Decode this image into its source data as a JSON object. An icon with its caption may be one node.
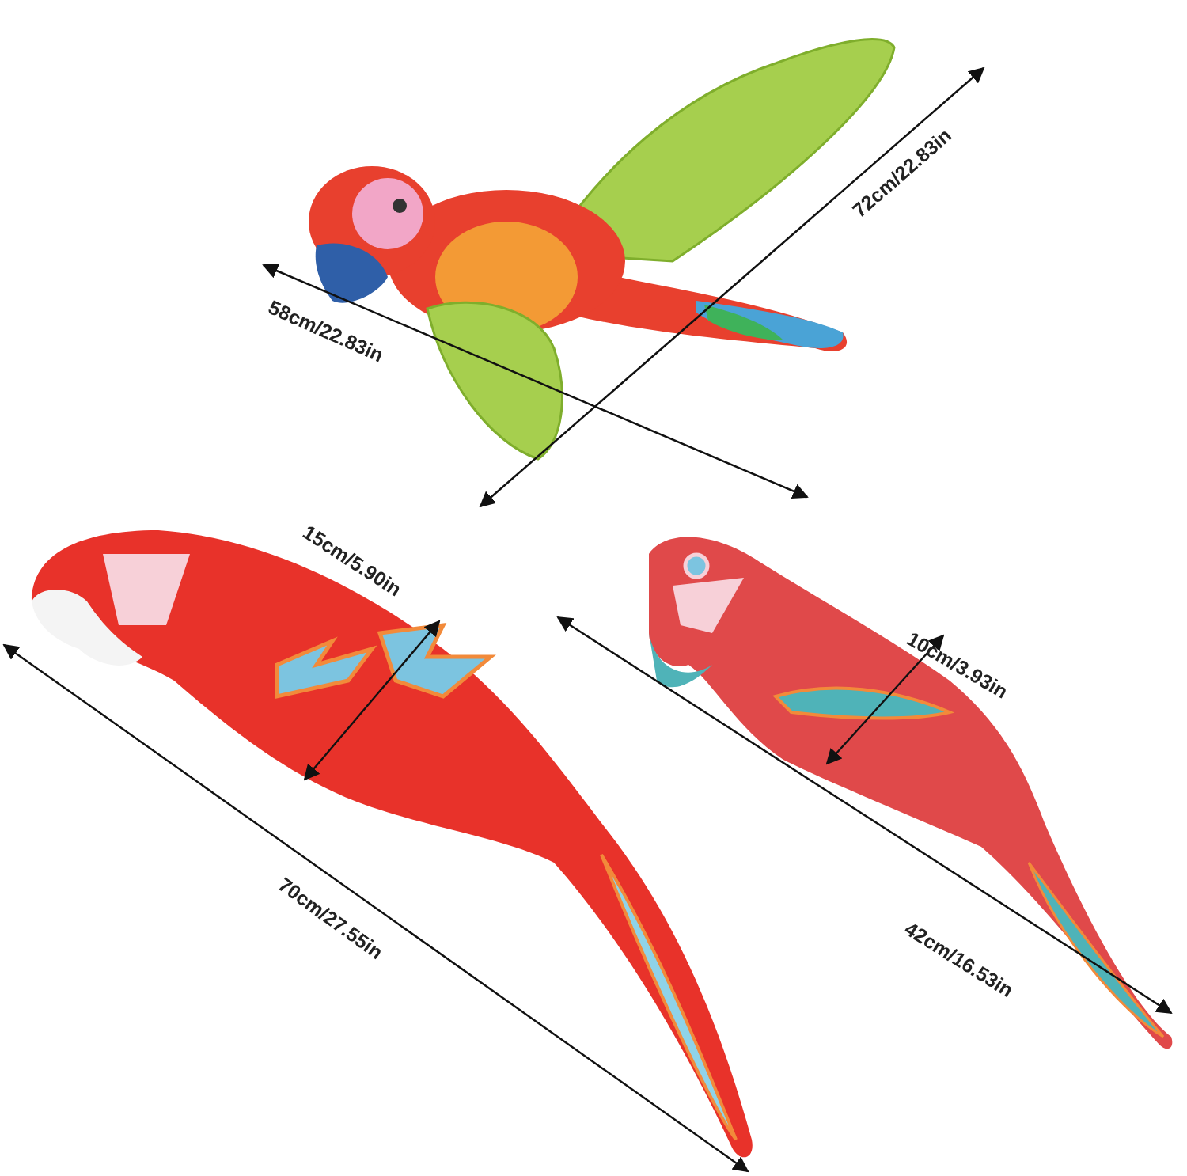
{
  "diagram": {
    "labels": [
      "72cm/22.83in",
      "58cm/22.83in",
      "15cm/5.90in",
      "10cm/3.93in",
      "70cm/27.55in",
      "42cm/16.53in"
    ]
  }
}
